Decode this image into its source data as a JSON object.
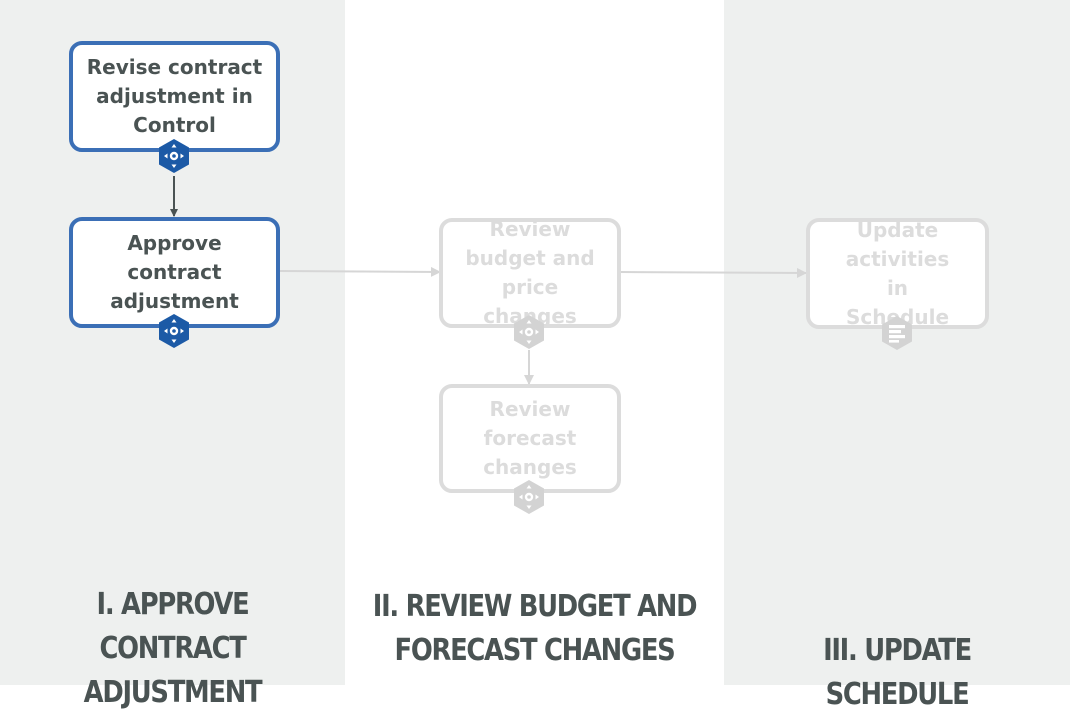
{
  "lanes": [
    {
      "title_line1": "I. APPROVE CONTRACT",
      "title_line2": "ADJUSTMENT"
    },
    {
      "title_line1": "II. REVIEW BUDGET AND",
      "title_line2": "FORECAST CHANGES"
    },
    {
      "title_line1": "III. UPDATE SCHEDULE"
    }
  ],
  "steps": {
    "revise": "Revise contract adjustment in Control",
    "approve": "Approve contract adjustment",
    "review_budget": "Review budget and price changes",
    "review_forecast": "Review forecast changes",
    "update_activities": "Update activities in Schedule"
  },
  "icons": {
    "control": "control-app-icon",
    "schedule": "schedule-app-icon"
  },
  "colors": {
    "active": "#3b6fb6",
    "active_icon": "#1c5aa6",
    "inactive": "#dcdcdc",
    "text": "#4a5353",
    "lane_shade": "#eef0ef"
  }
}
